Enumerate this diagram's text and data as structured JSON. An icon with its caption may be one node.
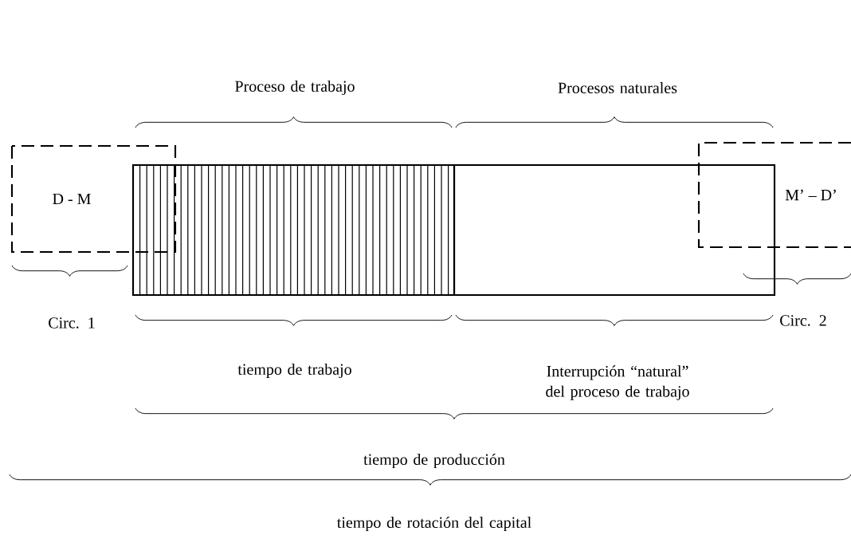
{
  "diagram": {
    "nodes": [
      {
        "text": [],
        "shape": "box"
      },
      {
        "text": [],
        "shape": "box"
      },
      {
        "text": [
          "D - M"
        ]
      },
      {
        "text": [
          "M’ – D’"
        ]
      }
    ],
    "labels": [
      "Proceso de trabajo",
      "Procesos naturales",
      "Circ. 1",
      "Circ. 2",
      "tiempo de trabajo",
      "Interrupción “natural” del proceso de trabajo",
      "tiempo de producción",
      "tiempo de rotación del capital"
    ]
  }
}
